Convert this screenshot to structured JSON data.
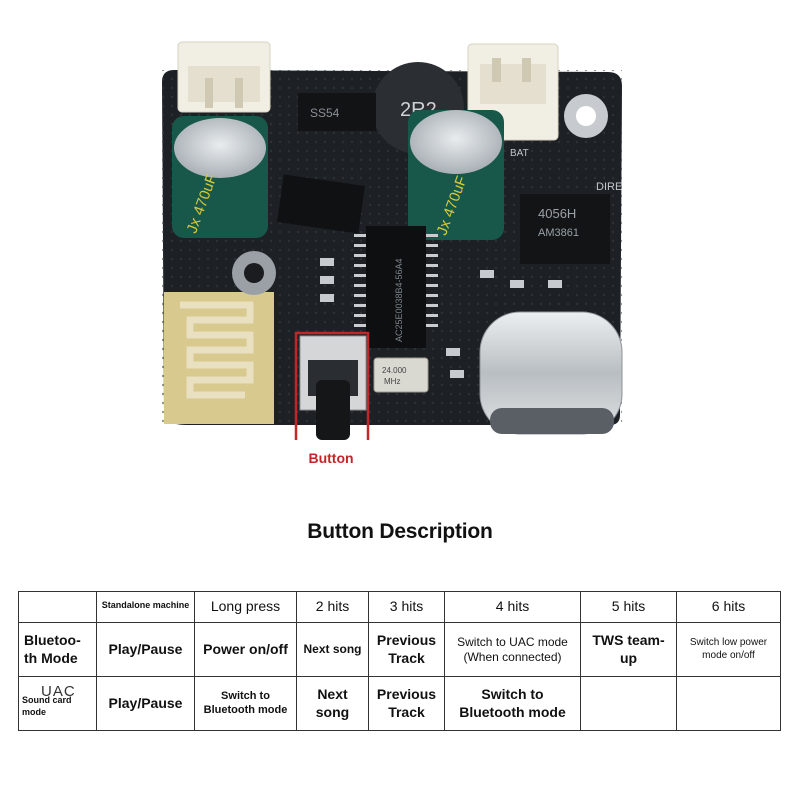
{
  "photo": {
    "board_color": "#1c1f22",
    "silk": {
      "cap_left": "Jx 470uF",
      "inductor": "2R2",
      "diode": "SS54",
      "cap_right": "Jx 470uF",
      "bat_label": "BAT",
      "chip_small": "4056H",
      "chip_small_sub": "AM3861",
      "chip_main": "AC25E0038B4-56A4",
      "crystal": "24.000",
      "crystal_sub": "MHz",
      "dire": "DIRE"
    },
    "highlight_color": "#c0262a"
  },
  "button_caption": "Button",
  "title": "Button Description",
  "table": {
    "header": [
      "",
      "Standalone machine",
      "Long press",
      "2 hits",
      "3 hits",
      "4 hits",
      "5 hits",
      "6 hits"
    ],
    "bluetooth": {
      "mode": "Bluetoo-th Mode",
      "cells": [
        "Play/Pause",
        "Power on/off",
        "Next song",
        "Previous Track",
        "Switch to UAC mode (When connected)",
        "TWS team-up",
        "Switch low power mode on/off"
      ]
    },
    "soundcard": {
      "mode_overlay": "UAC",
      "mode": "Sound card mode",
      "cells": [
        "Play/Pause",
        "Switch to Bluetooth mode",
        "Next song",
        "Previous Track",
        "Switch to Bluetooth mode",
        "",
        ""
      ]
    }
  }
}
